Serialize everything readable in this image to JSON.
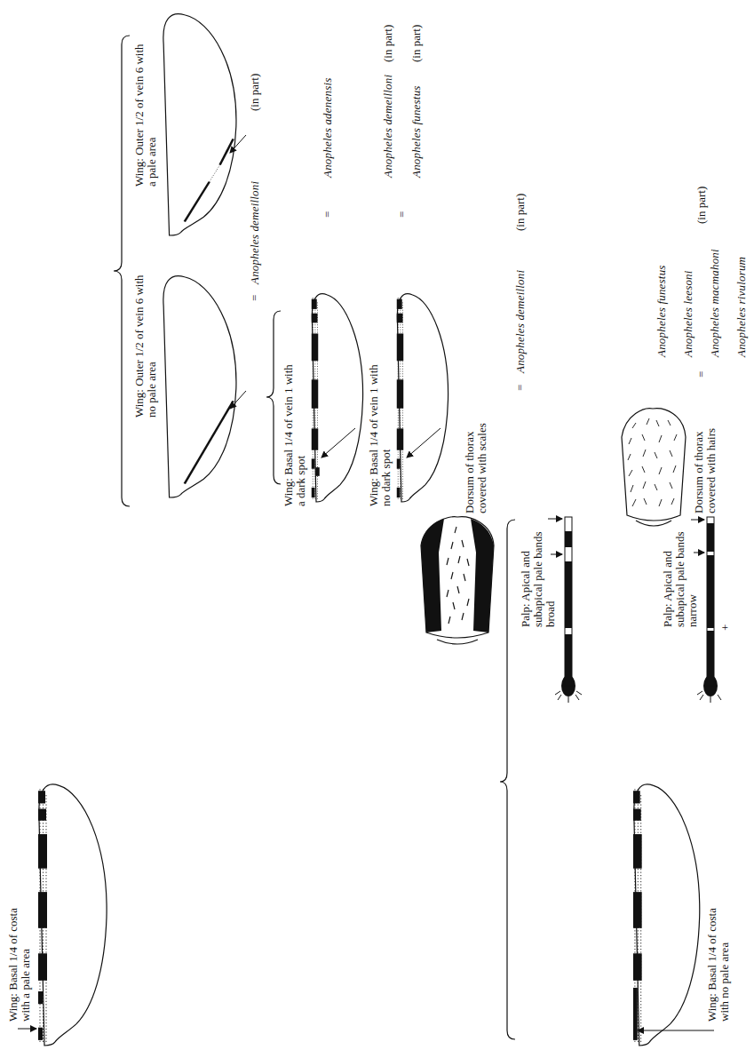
{
  "diagram": {
    "labels": [
      "Wing: Basal 1/4 of costa with a pale area",
      "Wing: Outer 1/2 of vein 6 with a pale area",
      "Wing: Outer 1/2 of vein 6 with no pale area",
      "=",
      "Anopheles demeilloni",
      "(in part)",
      "Wing: Basal 1/4 of vein 1 with a dark spot",
      "=",
      "Anopheles adenensis",
      "Wing: Basal 1/4 of vein 1 with no dark spot",
      "=",
      "Anopheles demeilloni",
      "(in part)",
      "Anopheles funestus",
      "(in part)",
      "Dorsum of thorax covered with scales",
      "=",
      "Anopheles demeilloni",
      "(in part)",
      "Palp: Apical and subapical pale bands broad",
      "Palp: Apical and subapical pale bands narrow",
      "+",
      "Dorsum of thorax covered with hairs",
      "=",
      "Anopheles funestus",
      "Anopheles leesoni",
      "Anopheles macmahoni",
      "Anopheles rivulorum",
      "(in part)",
      "Wing: Basal 1/4 of costa with no pale area"
    ]
  }
}
